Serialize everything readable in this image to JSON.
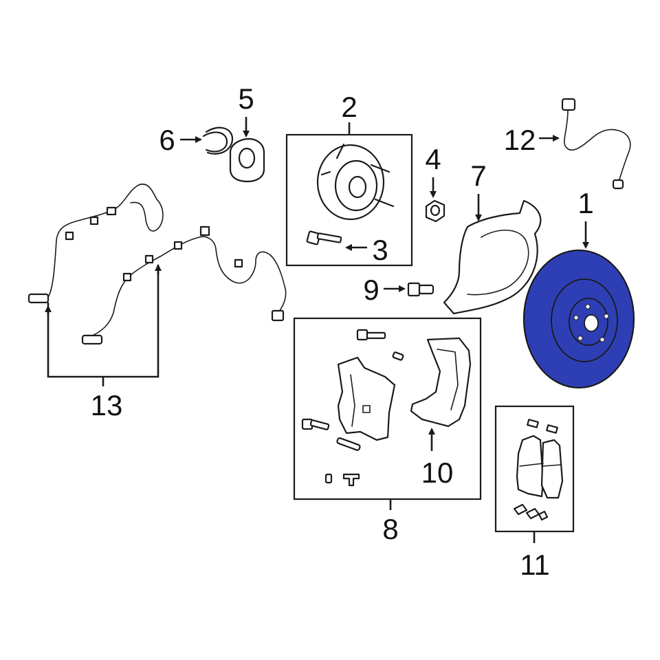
{
  "highlight_color": "#2e3fb5",
  "callouts": [
    {
      "id": "1",
      "label": "1"
    },
    {
      "id": "2",
      "label": "2"
    },
    {
      "id": "3",
      "label": "3"
    },
    {
      "id": "4",
      "label": "4"
    },
    {
      "id": "5",
      "label": "5"
    },
    {
      "id": "6",
      "label": "6"
    },
    {
      "id": "7",
      "label": "7"
    },
    {
      "id": "8",
      "label": "8"
    },
    {
      "id": "9",
      "label": "9"
    },
    {
      "id": "10",
      "label": "10"
    },
    {
      "id": "11",
      "label": "11"
    },
    {
      "id": "12",
      "label": "12"
    },
    {
      "id": "13",
      "label": "13"
    }
  ]
}
